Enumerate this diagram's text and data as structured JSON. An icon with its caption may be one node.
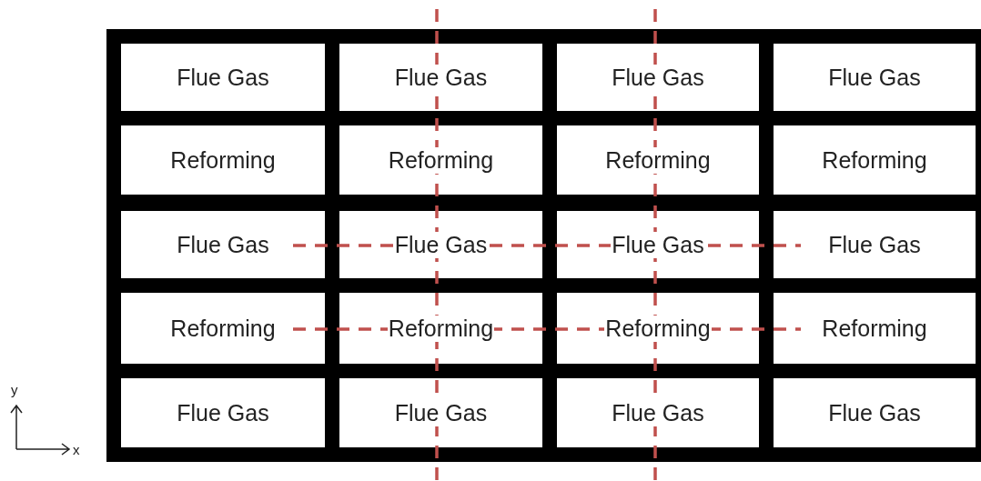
{
  "diagram": {
    "nodes": [
      {
        "text": [
          "Flue Gas"
        ]
      },
      {
        "text": [
          "Flue Gas"
        ]
      },
      {
        "text": [
          "Flue Gas"
        ]
      },
      {
        "text": [
          "Flue Gas"
        ]
      },
      {
        "text": [
          "Reforming"
        ]
      },
      {
        "text": [
          "Reforming"
        ]
      },
      {
        "text": [
          "Reforming"
        ]
      },
      {
        "text": [
          "Reforming"
        ]
      },
      {
        "text": [
          "Flue Gas"
        ]
      },
      {
        "text": [
          "Flue Gas"
        ]
      },
      {
        "text": [
          "Flue Gas"
        ]
      },
      {
        "text": [
          "Flue Gas"
        ]
      },
      {
        "text": [
          "Reforming"
        ]
      },
      {
        "text": [
          "Reforming"
        ]
      },
      {
        "text": [
          "Reforming"
        ]
      },
      {
        "text": [
          "Reforming"
        ]
      },
      {
        "text": [
          "Flue Gas"
        ]
      },
      {
        "text": [
          "Flue Gas"
        ]
      },
      {
        "text": [
          "Flue Gas"
        ]
      },
      {
        "text": [
          "Flue Gas"
        ]
      }
    ],
    "labels": [
      "y",
      "x"
    ]
  }
}
